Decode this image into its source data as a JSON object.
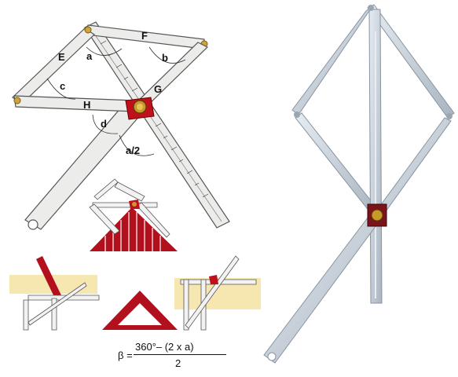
{
  "labels": {
    "E": "E",
    "F": "F",
    "G": "G",
    "H": "H",
    "a": "a",
    "b": "b",
    "c": "c",
    "d": "d",
    "a_half": "a/2"
  },
  "formula": {
    "lhs": "β =",
    "numerator": "360°– (2 x a)",
    "denominator": "2"
  },
  "colors": {
    "arm_fill": "#ececea",
    "arm_stroke": "#555555",
    "clamp_red": "#c0101c",
    "knob_gold": "#c89a2a",
    "roof_red": "#b3101e",
    "board_yellow": "#f6e6b0",
    "photo_metal": "#c9d2dc"
  }
}
